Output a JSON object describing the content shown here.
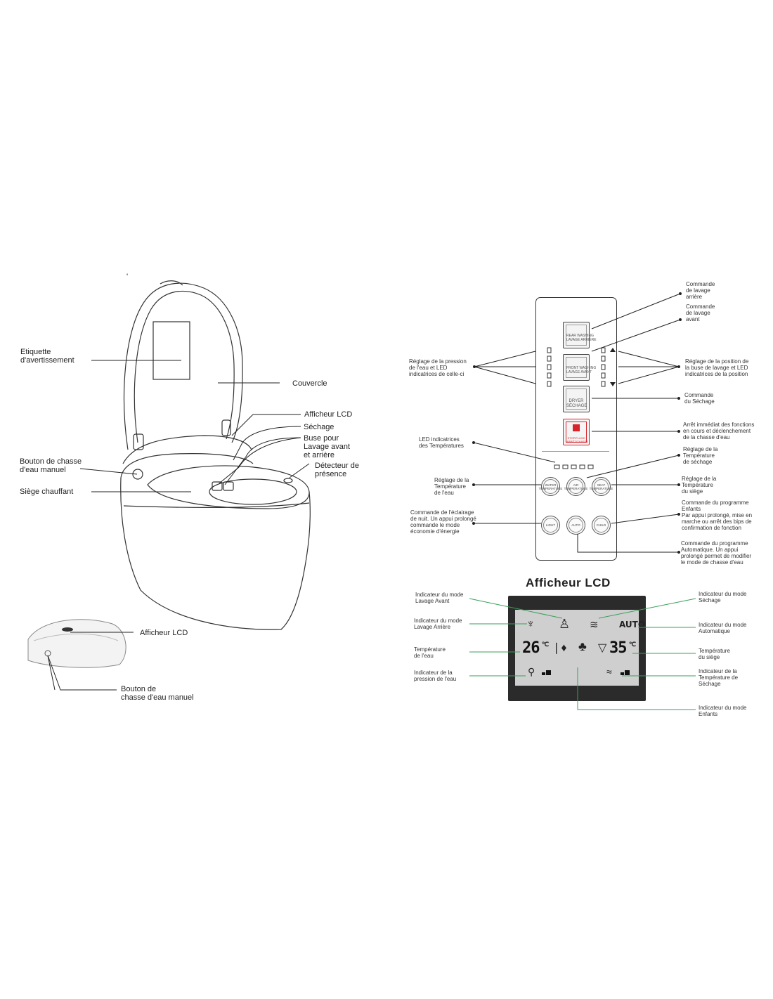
{
  "left": {
    "tick": "'",
    "etiquette": "Etiquette\nd'avertissement",
    "couvercle": "Couvercle",
    "afficheur": "Afficheur LCD",
    "sechage": "Séchage",
    "buse": "Buse pour\nLavage avant\net arrière",
    "detecteur": "Détecteur de\nprésence",
    "bouton": "Bouton de chasse\nd'eau manuel",
    "siege": "Siège chauffant",
    "zoom_afficheur": "Afficheur LCD",
    "zoom_bouton": "Bouton de\nchasse d'eau manuel"
  },
  "panel_labels": {
    "arriere": "Commande\nde lavage\narrière",
    "avant": "Commande\nde lavage\navant",
    "pression": "Réglage de la pression\nde l'eau et LED\nindicatrices de celle-ci",
    "position": "Réglage de la position de\nla buse de lavage et LED\nindicatrices de la position",
    "sechage": "Commande\ndu Séchage",
    "arret": "Arrêt immédiat des fonctions\nen cours et déclenchement\nde la chasse d'eau",
    "led_temp": "LED indicatrices\ndes Températures",
    "temp_sechage": "Réglage de la\nTempérature\nde séchage",
    "temp_eau": "Réglage de la\nTempérature\nde l'eau",
    "temp_siege": "Réglage de la\nTempérature\ndu siège",
    "enfants": "Commande du programme\nEnfants\nPar appui prolongé, mise en\nmarche ou arrêt des bips de\nconfirmation de fonction",
    "eclairage": "Commande de l'éclairage\nde nuit. Un appui prolongé\ncommande le mode\néconomie d'énergie",
    "auto": "Commande du programme\nAutomatique. Un appui\nprolongé permet de modifier\nle mode de chasse d'eau"
  },
  "panel_buttons": {
    "rear": "REAR WASHING\nLAVAGE ARRIÈRE",
    "front": "FRONT WASHING\nLAVAGE AVANT",
    "dryer": "DRYER\nSÉCHAGE",
    "stop": "STOP/FLUSH\nARRÊT/CHASSE",
    "water_temp": "WATER\nTEMPERATURE",
    "air_temp": "AIR\nTEMPERATURE",
    "seat_temp": "SEAT\nTEMPERATURE",
    "light": "LIGHT",
    "auto": "AUTO",
    "child": "CHILD"
  },
  "lcd": {
    "title": "Afficheur LCD",
    "auto": "AUTO",
    "water_temp": "26",
    "seat_temp": "35",
    "unit": "℃"
  },
  "lcd_labels": {
    "lavage_avant": "Indicateur du mode\nLavage Avant",
    "lavage_arriere": "Indicateur du mode\nLavage Arrière",
    "temp_eau": "Température\nde l'eau",
    "pression": "Indicateur de la\npression de l'eau",
    "sechage": "Indicateur du mode\nSéchage",
    "automatique": "Indicateur du mode\nAutomatique",
    "temp_siege": "Température\ndu siège",
    "temp_sechage": "Indicateur de la\nTempérature de\nSéchage",
    "enfants": "Indicateur du mode\nEnfants"
  },
  "colors": {
    "stop_red": "#d9232a",
    "lcd_line_green": "#3aa05a",
    "line": "#222222"
  }
}
